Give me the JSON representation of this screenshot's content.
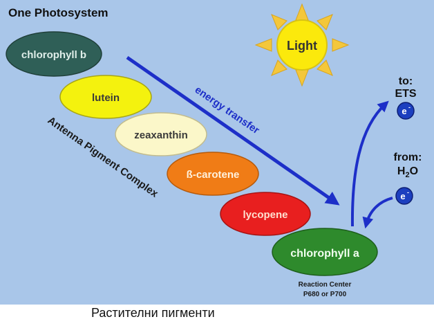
{
  "diagram": {
    "title": "One Photosystem",
    "sun_label": "Light",
    "pigments": [
      {
        "name": "chlorophyll b",
        "color": "#2f5f57",
        "text_color": "#dfeee9"
      },
      {
        "name": "lutein",
        "color": "#f4f20e",
        "text_color": "#3a3a3a"
      },
      {
        "name": "zeaxanthin",
        "color": "#fbf7c9",
        "text_color": "#3a3a3a"
      },
      {
        "name": "ß-carotene",
        "color": "#f07c16",
        "text_color": "#fff2de"
      },
      {
        "name": "lycopene",
        "color": "#e81f1f",
        "text_color": "#ffe0d0"
      },
      {
        "name": "chlorophyll a",
        "color": "#2e8a2c",
        "text_color": "#f2fff0"
      }
    ],
    "energy_label": "energy transfer",
    "antenna_label": "Antenna Pigment Complex",
    "reaction_center": {
      "line1": "Reaction Center",
      "line2": "P680 or P700"
    },
    "to_label_1": "to:",
    "to_label_2": "ETS",
    "from_label_1": "from:",
    "from_label_2": "H",
    "from_label_sub": "2",
    "from_label_3": "O",
    "electron_label": "e",
    "electron_sup": "-",
    "colors": {
      "background": "#a9c6e9",
      "arrow": "#1d2fc8",
      "sun": "#fbe90c",
      "sun_rays": "#f4c73b",
      "electron": "#1c3fbf"
    }
  },
  "caption": "Растителни пигменти"
}
